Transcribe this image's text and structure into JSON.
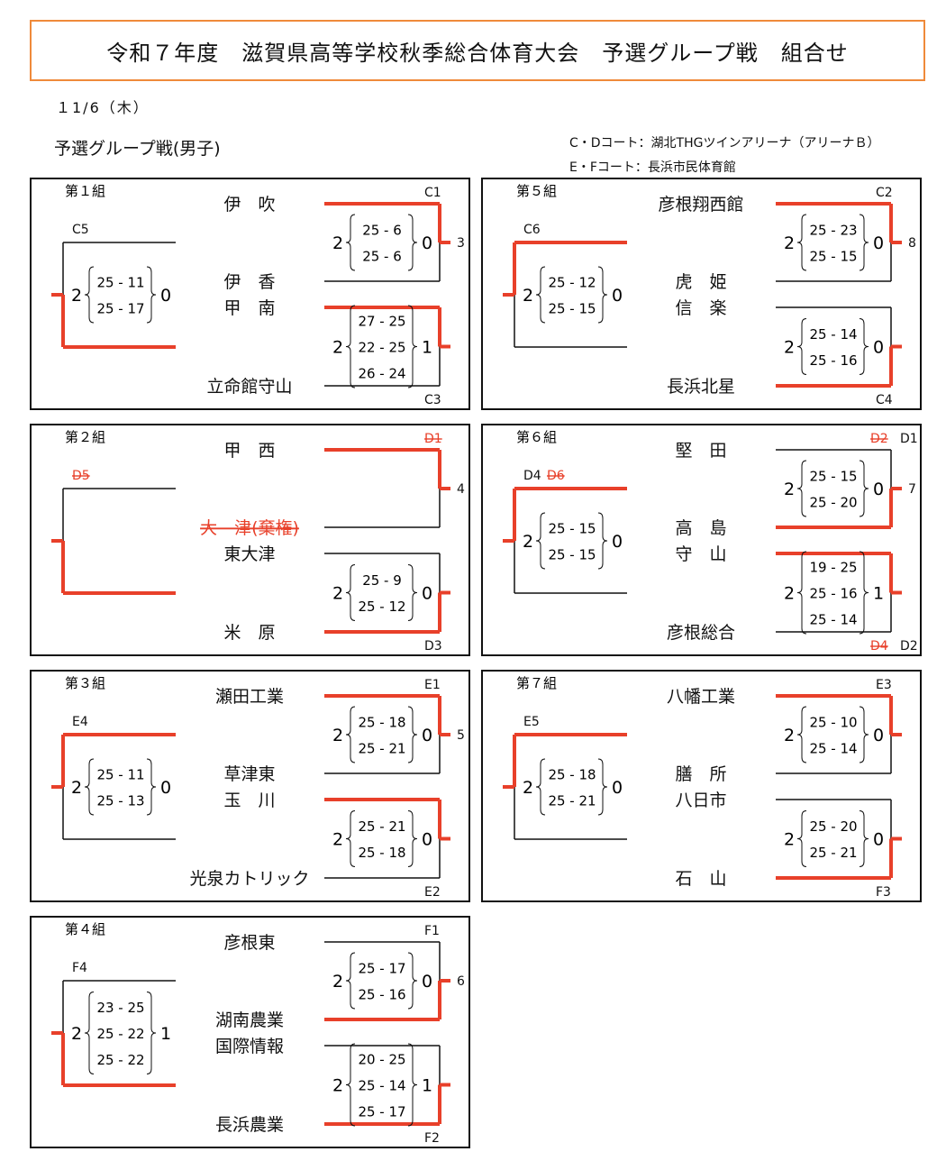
{
  "header": {
    "title": "令和７年度　滋賀県高等学校秋季総合体育大会　予選グループ戦　組合せ",
    "date": "１1/6（木）",
    "subtitle": "予選グループ戦(男子)",
    "court_cd": "C・Dコート：湖北THGツインアリーナ（アリーナＢ）",
    "court_ef": "E・Fコート：長浜市民体育館"
  },
  "colors": {
    "accent": "#ef8a3a",
    "winner": "#e8402a",
    "line": "#111111"
  },
  "groups": [
    {
      "label": "第１組",
      "teams": [
        {
          "name": "伊　吹"
        },
        {
          "name": "伊　香"
        },
        {
          "name": "甲　南"
        },
        {
          "name": "立命館守山"
        }
      ],
      "left": {
        "courts": [
          {
            "text": "C5"
          }
        ],
        "win": "bottom",
        "score": [
          "2",
          "0"
        ],
        "sets": [
          "25 - 11",
          "25 - 17"
        ]
      },
      "rtop": {
        "courts": [
          {
            "text": "C1"
          }
        ],
        "win": "top",
        "score": [
          "2",
          "0"
        ],
        "sets": [
          "25 - 6",
          "25 - 6"
        ],
        "number": "3"
      },
      "rbot": {
        "courts": [
          {
            "text": "C3"
          }
        ],
        "win": "top",
        "score": [
          "2",
          "1"
        ],
        "sets": [
          "27 - 25",
          "22 - 25",
          "26 - 24"
        ]
      }
    },
    {
      "label": "第２組",
      "teams": [
        {
          "name": "甲　西"
        },
        {
          "name": "大　津(棄権)",
          "struck": true
        },
        {
          "name": "東大津"
        },
        {
          "name": "米　原"
        }
      ],
      "left": {
        "courts": [
          {
            "text": "D5",
            "struck": true
          }
        ],
        "win": "bottom",
        "score": null,
        "sets": []
      },
      "rtop": {
        "courts": [
          {
            "text": "D1",
            "struck": true
          }
        ],
        "win": "top",
        "score": null,
        "sets": [],
        "number": "4"
      },
      "rbot": {
        "courts": [
          {
            "text": "D3"
          }
        ],
        "win": "bottom",
        "score": [
          "2",
          "0"
        ],
        "sets": [
          "25 - 9",
          "25 - 12"
        ]
      }
    },
    {
      "label": "第３組",
      "teams": [
        {
          "name": "瀬田工業"
        },
        {
          "name": "草津東"
        },
        {
          "name": "玉　川"
        },
        {
          "name": "光泉カトリック"
        }
      ],
      "left": {
        "courts": [
          {
            "text": "E4"
          }
        ],
        "win": "top",
        "score": [
          "2",
          "0"
        ],
        "sets": [
          "25 - 11",
          "25 - 13"
        ]
      },
      "rtop": {
        "courts": [
          {
            "text": "E1"
          }
        ],
        "win": "top",
        "score": [
          "2",
          "0"
        ],
        "sets": [
          "25 - 18",
          "25 - 21"
        ],
        "number": "5"
      },
      "rbot": {
        "courts": [
          {
            "text": "E2"
          }
        ],
        "win": "top",
        "score": [
          "2",
          "0"
        ],
        "sets": [
          "25 - 21",
          "25 - 18"
        ]
      }
    },
    {
      "label": "第４組",
      "teams": [
        {
          "name": "彦根東"
        },
        {
          "name": "湖南農業"
        },
        {
          "name": "国際情報"
        },
        {
          "name": "長浜農業"
        }
      ],
      "left": {
        "courts": [
          {
            "text": "F4"
          }
        ],
        "win": "bottom",
        "score": [
          "2",
          "1"
        ],
        "sets": [
          "23 - 25",
          "25 - 22",
          "25 - 22"
        ]
      },
      "rtop": {
        "courts": [
          {
            "text": "F1"
          }
        ],
        "win": "bottom",
        "score": [
          "2",
          "0"
        ],
        "sets": [
          "25 - 17",
          "25 - 16"
        ],
        "number": "6"
      },
      "rbot": {
        "courts": [
          {
            "text": "F2"
          }
        ],
        "win": "bottom",
        "score": [
          "2",
          "1"
        ],
        "sets": [
          "20 - 25",
          "25 - 14",
          "25 - 17"
        ]
      }
    },
    {
      "label": "第５組",
      "teams": [
        {
          "name": "彦根翔西館"
        },
        {
          "name": "虎　姫"
        },
        {
          "name": "信　楽"
        },
        {
          "name": "長浜北星"
        }
      ],
      "left": {
        "courts": [
          {
            "text": "C6"
          }
        ],
        "win": "top",
        "score": [
          "2",
          "0"
        ],
        "sets": [
          "25 - 12",
          "25 - 15"
        ]
      },
      "rtop": {
        "courts": [
          {
            "text": "C2"
          }
        ],
        "win": "top",
        "score": [
          "2",
          "0"
        ],
        "sets": [
          "25 - 23",
          "25 - 15"
        ],
        "number": "8"
      },
      "rbot": {
        "courts": [
          {
            "text": "C4"
          }
        ],
        "win": "bottom",
        "score": [
          "2",
          "0"
        ],
        "sets": [
          "25 - 14",
          "25 - 16"
        ]
      }
    },
    {
      "label": "第６組",
      "teams": [
        {
          "name": "堅　田"
        },
        {
          "name": "高　島"
        },
        {
          "name": "守　山"
        },
        {
          "name": "彦根総合"
        }
      ],
      "left": {
        "courts": [
          {
            "text": "D4"
          },
          {
            "text": "D6",
            "struck": true
          }
        ],
        "win": "top",
        "score": [
          "2",
          "0"
        ],
        "sets": [
          "25 - 15",
          "25 - 15"
        ]
      },
      "rtop": {
        "courts": [
          {
            "text": "D2",
            "struck": true
          },
          {
            "text": "D1"
          }
        ],
        "win": "bottom",
        "score": [
          "2",
          "0"
        ],
        "sets": [
          "25 - 15",
          "25 - 20"
        ],
        "number": "7"
      },
      "rbot": {
        "courts": [
          {
            "text": "D4",
            "struck": true
          },
          {
            "text": "D2"
          }
        ],
        "win": "top",
        "score": [
          "2",
          "1"
        ],
        "sets": [
          "19 - 25",
          "25 - 16",
          "25 - 14"
        ]
      }
    },
    {
      "label": "第７組",
      "teams": [
        {
          "name": "八幡工業"
        },
        {
          "name": "膳　所"
        },
        {
          "name": "八日市"
        },
        {
          "name": "石　山"
        }
      ],
      "left": {
        "courts": [
          {
            "text": "E5"
          }
        ],
        "win": "top",
        "score": [
          "2",
          "0"
        ],
        "sets": [
          "25 - 18",
          "25 - 21"
        ]
      },
      "rtop": {
        "courts": [
          {
            "text": "E3"
          }
        ],
        "win": "top",
        "score": [
          "2",
          "0"
        ],
        "sets": [
          "25 - 10",
          "25 - 14"
        ]
      },
      "rbot": {
        "courts": [
          {
            "text": "F3"
          }
        ],
        "win": "bottom",
        "score": [
          "2",
          "0"
        ],
        "sets": [
          "25 - 20",
          "25 - 21"
        ]
      }
    }
  ]
}
